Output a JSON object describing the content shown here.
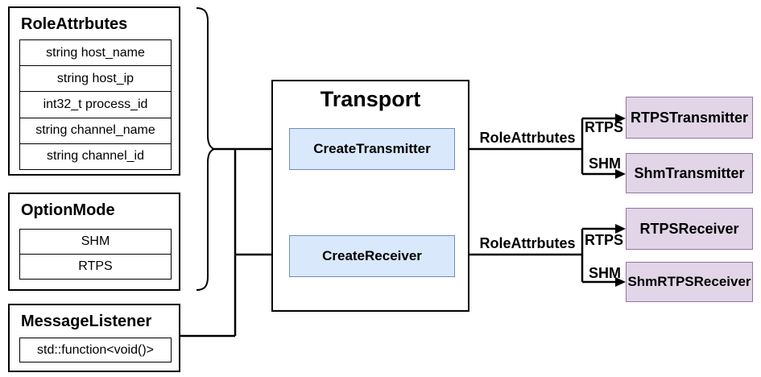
{
  "boxes": {
    "role": {
      "title": "RoleAttrbutes",
      "fields": [
        "string host_name",
        "string host_ip",
        "int32_t process_id",
        "string channel_name",
        "string channel_id"
      ]
    },
    "option": {
      "title": "OptionMode",
      "fields": [
        "SHM",
        "RTPS"
      ]
    },
    "listener": {
      "title": "MessageListener",
      "fields": [
        "std::function<void()>"
      ]
    },
    "transport": {
      "title": "Transport",
      "methods": [
        "CreateTransmitter",
        "CreateReceiver"
      ]
    },
    "targets": {
      "rtps_transmitter": "RTPSTransmitter",
      "shm_transmitter": "ShmTransmitter",
      "rtps_receiver": "RTPSReceiver",
      "shm_rtps_receiver": "ShmRTPSReceiver"
    }
  },
  "edges": {
    "transmitter": {
      "label": "RoleAttrbutes",
      "rtps": "RTPS",
      "shm": "SHM"
    },
    "receiver": {
      "label": "RoleAttrbutes",
      "rtps": "RTPS",
      "shm": "SHM"
    }
  },
  "colors": {
    "blue_fill": "#dae8fc",
    "blue_stroke": "#6c8ebf",
    "purple_fill": "#e1d5e7",
    "purple_stroke": "#9673a6",
    "line": "#000000",
    "background": "#ffffff"
  }
}
